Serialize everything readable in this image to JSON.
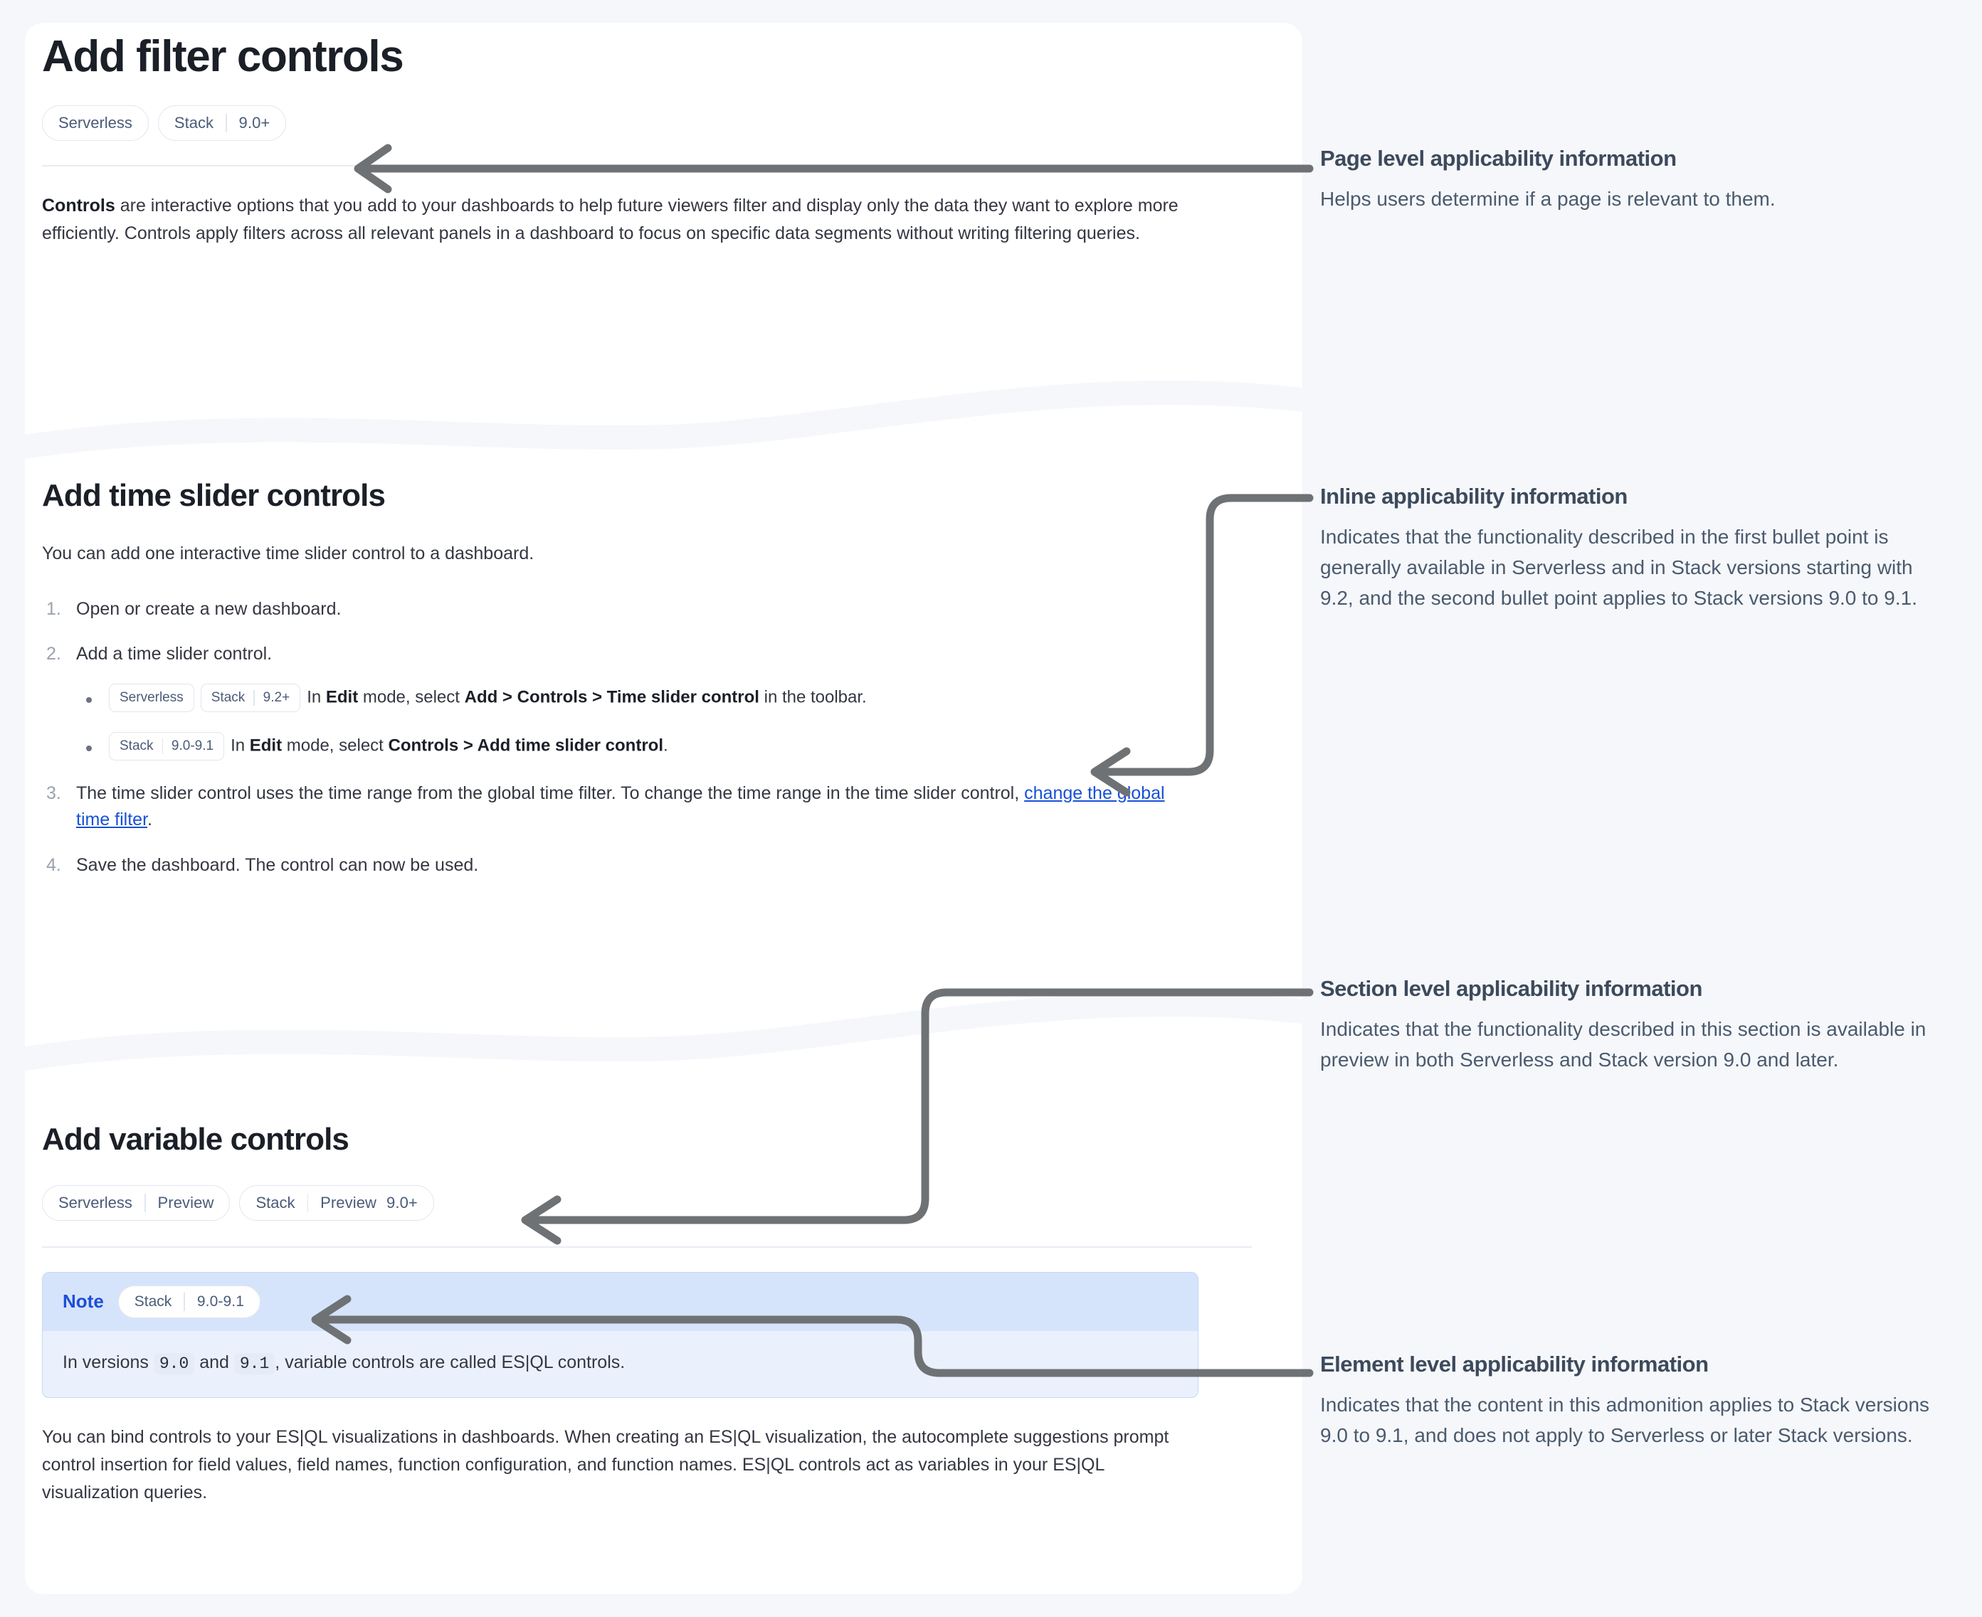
{
  "page": {
    "title": "Add filter controls",
    "applicability": [
      {
        "name": "Serverless"
      },
      {
        "name": "Stack",
        "version": "9.0+"
      }
    ],
    "intro_lead": "Controls",
    "intro_rest": " are interactive options that you add to your dashboards to help future viewers filter and display only the data they want to explore more efficiently. Controls apply filters across all relevant panels in a dashboard to focus on specific data segments without writing filtering queries."
  },
  "time_slider_section": {
    "title": "Add time slider controls",
    "lead": "You can add one interactive time slider control to a dashboard.",
    "step1": "Open or create a new dashboard.",
    "step2": "Add a time slider control.",
    "bullet1": {
      "badges": [
        {
          "name": "Serverless"
        },
        {
          "name": "Stack",
          "version": "9.2+"
        }
      ],
      "text_parts": {
        "a": "In ",
        "b": "Edit",
        "c": " mode, select ",
        "d": "Add",
        "e": " > ",
        "f": "Controls",
        "g": " > ",
        "h": "Time slider control",
        "i": " in the toolbar."
      }
    },
    "bullet2": {
      "badges": [
        {
          "name": "Stack",
          "version": "9.0-9.1"
        }
      ],
      "text_parts": {
        "a": "In ",
        "b": "Edit",
        "c": " mode, select ",
        "d": "Controls",
        "e": " > ",
        "f": "Add time slider control",
        "g": "."
      }
    },
    "step3_before": "The time slider control uses the time range from the global time filter. To change the time range in the time slider control, ",
    "step3_link": "change the global time filter",
    "step3_after": ".",
    "step4": "Save the dashboard. The control can now be used."
  },
  "variable_section": {
    "title": "Add variable controls",
    "applicability": [
      {
        "name": "Serverless",
        "version": "Preview"
      },
      {
        "name": "Stack",
        "version": "Preview",
        "version2": "9.0+"
      }
    ],
    "note": {
      "label": "Note",
      "badges": [
        {
          "name": "Stack",
          "version": "9.0-9.1"
        }
      ],
      "text_a": "In versions ",
      "code_1": "9.0",
      "text_b": " and ",
      "code_2": "9.1",
      "text_c": ", variable controls are called ES|QL controls."
    },
    "paragraph": "You can bind controls to your ES|QL visualizations in dashboards. When creating an ES|QL visualization, the autocomplete suggestions prompt control insertion for field values, field names, function configuration, and function names. ES|QL controls act as variables in your ES|QL visualization queries."
  },
  "annotations": [
    {
      "title": "Page level applicability information",
      "body": "Helps users determine if a page is relevant to them."
    },
    {
      "title": "Inline applicability information",
      "body": "Indicates that the functionality described in the first bullet point is generally available in Serverless and in Stack versions starting with 9.2, and the second bullet point applies to Stack versions 9.0 to 9.1."
    },
    {
      "title": "Section level applicability information",
      "body": "Indicates that the functionality described in this section is available in preview in both Serverless and Stack version 9.0 and later."
    },
    {
      "title": "Element level applicability information",
      "body": "Indicates that the content in this admonition applies to Stack versions 9.0 to 9.1, and does not apply to Serverless or later Stack versions."
    }
  ],
  "colors": {
    "background": "#f5f7fa",
    "panel": "#ffffff",
    "link": "#1750d8",
    "note_background": "#e7effd",
    "note_title": "#1d4ed8",
    "arrow": "#6f7275",
    "badge_text": "#4b5b78"
  }
}
